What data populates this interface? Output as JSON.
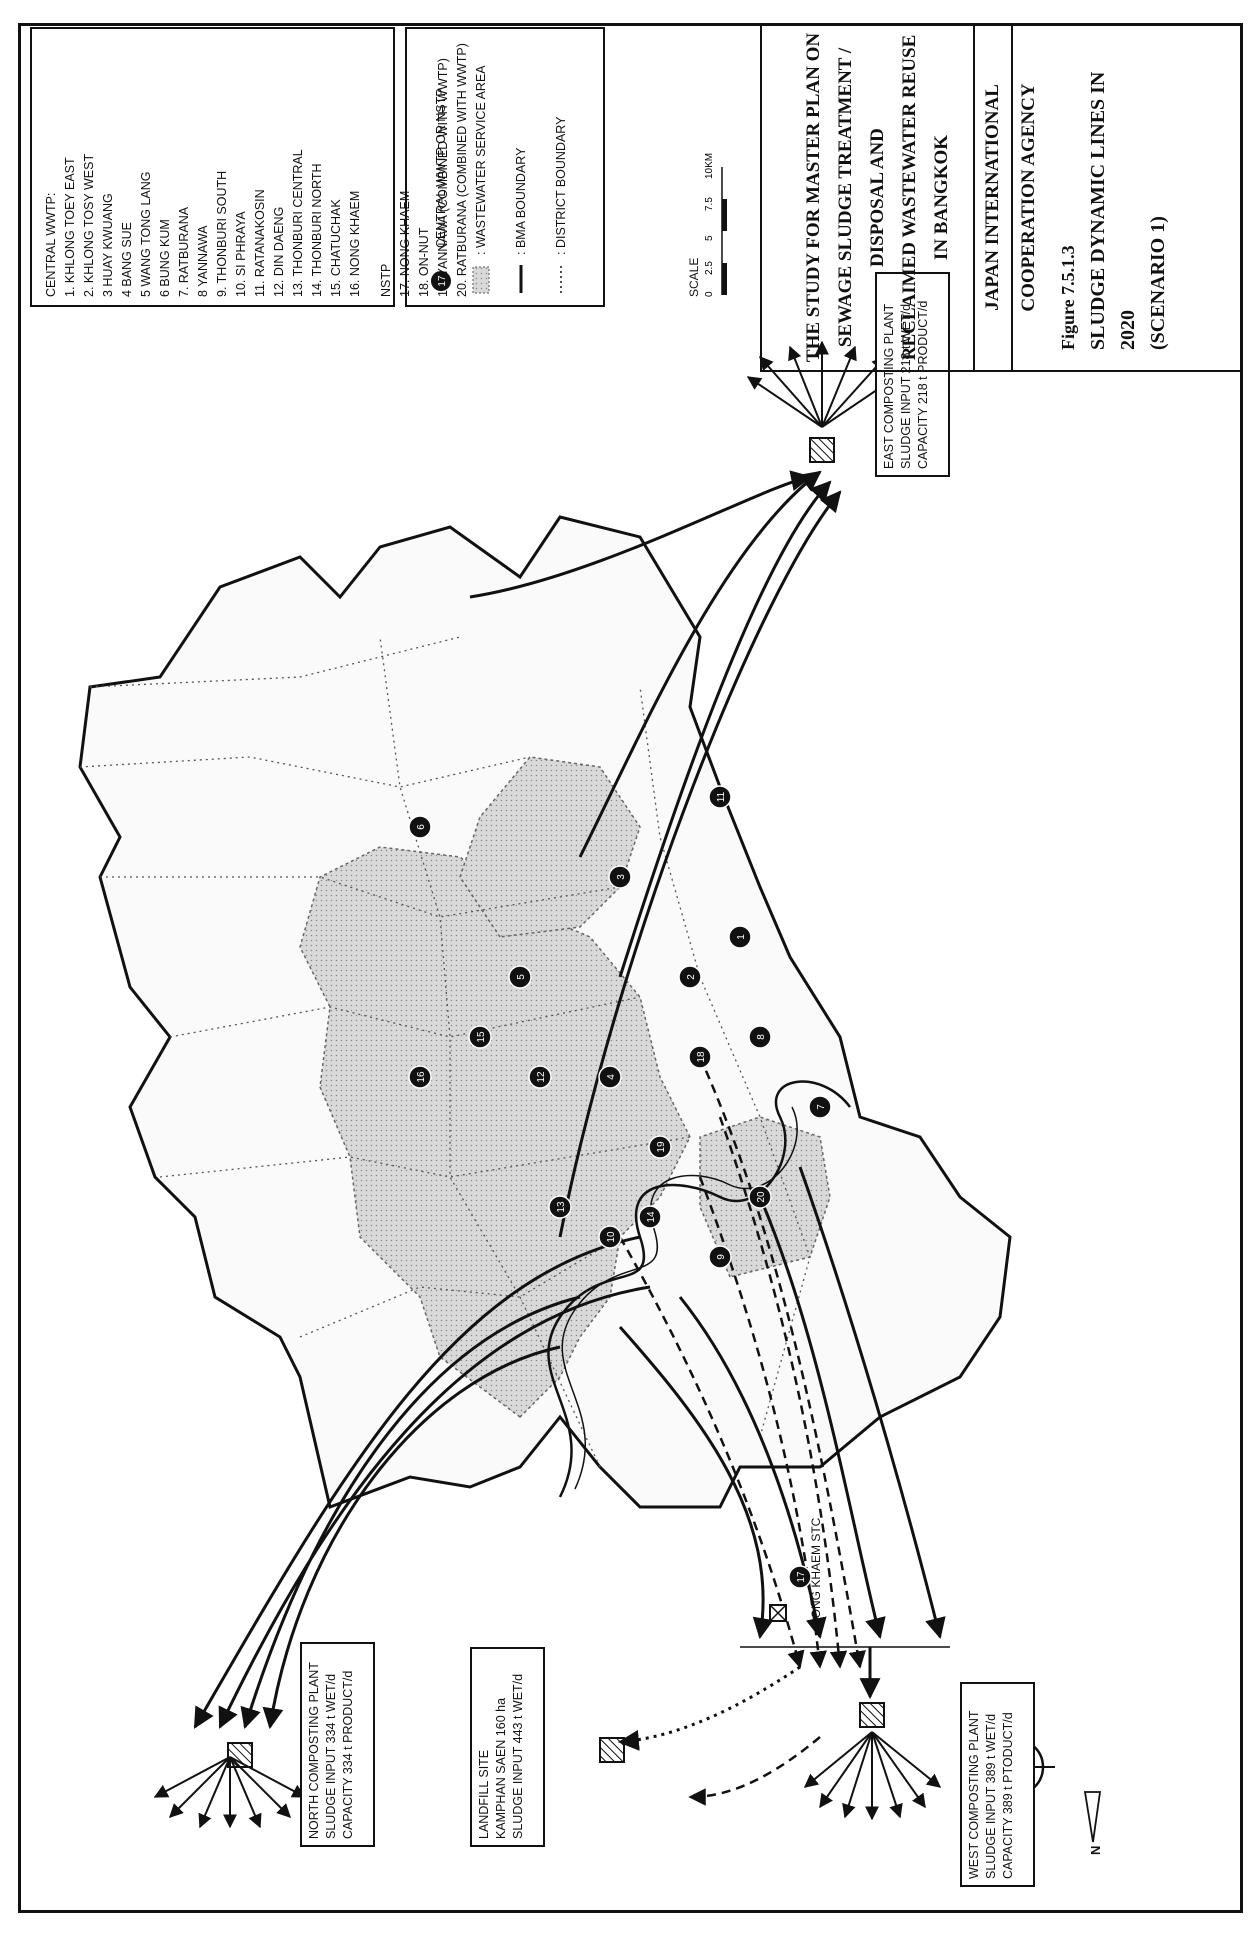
{
  "legend": {
    "central_header": "CENTRAL WWTP:",
    "central_items": [
      "1. KHLONG TOEY EAST",
      "2. KHLONG TOSY WEST",
      "3   HUAY KWUANG",
      "4   BANG SUE",
      "5   WANG TONG LANG",
      "6   BUNG KUM",
      "7.  RATBURANA",
      "8   YANNAWA",
      "9.  THONBURI SOUTH",
      "10. SI PHRAYA",
      "11. RATANAKOSIN",
      "12. DIN DAENG",
      "13. THONBURI CENTRAL",
      "14. THONBURI NORTH",
      "15. CHATUCHAK",
      "16. NONG KHAEM"
    ],
    "nstp_header": "NSTP",
    "nstp_items": [
      "17. NONG KHAEM",
      "18. ON-NUT",
      "19. YANNAWA (COMBINED WITH WWTP)",
      "20. RATBURANA (COMBINED WITH WWTP)"
    ],
    "symbols": [
      {
        "icon": "plant-marker-icon",
        "marker": "17",
        "label": ": CENTRAL WWTP OR NSTP"
      },
      {
        "icon": "service-area-swatch-icon",
        "label": ": WASTEWATER SERVICE AREA"
      },
      {
        "icon": "bma-boundary-line-icon",
        "label": ": BMA BOUNDARY"
      },
      {
        "icon": "district-boundary-line-icon",
        "label": ": DISTRICT BOUNDARY"
      }
    ]
  },
  "scale": {
    "label": "SCALE",
    "ticks": [
      "0",
      "2.5",
      "5",
      "7.5",
      "10KM"
    ]
  },
  "north_arrow": {
    "label": "N"
  },
  "plants": {
    "north": [
      "NORTH COMPOSTING PLANT",
      "SLUDGE INPUT 334 t WET/d",
      "CAPACITY  334 t PRODUCT/d"
    ],
    "east": [
      "EAST COMPOSTING PLANT",
      "SLUDGE INPUT 218 t WET/d",
      "CAPACITY  218 t PRODUCT/d"
    ],
    "west": [
      "WEST COMPOSTING PLANT",
      "SLUDGE INPUT 389 t WET/d",
      "CAPACITY 389 t PTODUCT/d"
    ],
    "landfill": [
      "LANDFILL SITE",
      "KAMPHAN SAEN 160  ha",
      "SLUDGE INPUT 443 t WET/d"
    ]
  },
  "map_labels": {
    "stc": "NONG KHAEM STC"
  },
  "plant_markers": [
    "1",
    "2",
    "3",
    "4",
    "5",
    "6",
    "7",
    "8",
    "9",
    "10",
    "11",
    "12",
    "13",
    "14",
    "15",
    "16",
    "17",
    "18",
    "19",
    "20"
  ],
  "title_block": {
    "study_lines": [
      "THE STUDY FOR MASTER PLAN ON",
      "SEWAGE SLUDGE TREATMENT / DISPOSAL AND",
      "RECLAIMED WASTEWATER REUSE IN BANGKOK"
    ],
    "agency": "JAPAN INTERNATIONAL COOPERATION AGENCY",
    "figure_number": "Figure 7.5.1.3",
    "figure_title_lines": [
      "SLUDGE DYNAMIC LINES IN 2020",
      "(SCENARIO 1)"
    ]
  }
}
